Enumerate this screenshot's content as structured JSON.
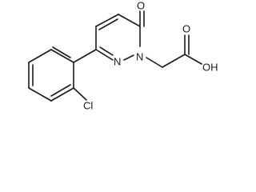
{
  "molecule": {
    "atoms": {
      "oxygen_keto": "O",
      "nitrogen_1": "N",
      "nitrogen_2": "N",
      "hydroxyl": "OH",
      "oxygen_carbonyl": "O",
      "chlorine": "Cl"
    }
  },
  "colors": {
    "bond": "#1a1a1a",
    "text": "#1a1a1a",
    "background": "#ffffff"
  }
}
